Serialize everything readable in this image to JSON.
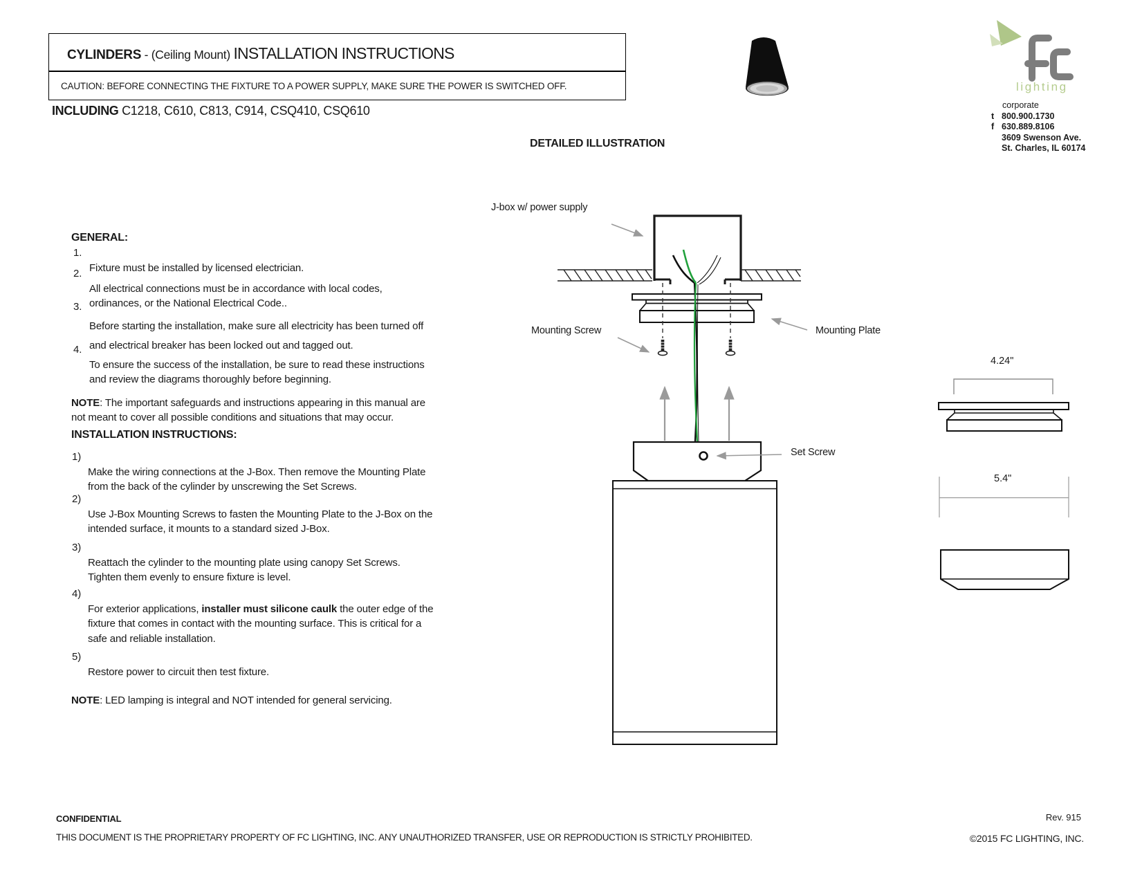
{
  "header": {
    "title_bold": "CYLINDERS",
    "title_mid": " - (Ceiling Mount) ",
    "title_main": "INSTALLATION INSTRUCTIONS",
    "caution": "CAUTION:  BEFORE CONNECTING THE FIXTURE TO A POWER SUPPLY, MAKE SURE THE POWER IS SWITCHED OFF.",
    "including_bold": "INCLUDING",
    "including_rest": " C1218, C610, C813, C914, CSQ410, CSQ610"
  },
  "logo": {
    "lighting": "lighting",
    "green": "#b5cc8e",
    "gray": "#7d7d7d"
  },
  "contact": {
    "corporate": "corporate",
    "t_label": "t",
    "t_value": "800.900.1730",
    "f_label": "f",
    "f_value": "630.889.8106",
    "address1": "3609 Swenson Ave.",
    "address2": "St. Charles, IL 60174"
  },
  "illustration": {
    "heading": "DETAILED ILLUSTRATION",
    "labels": {
      "jbox": "J-box w/ power supply",
      "mounting_screw": "Mounting Screw",
      "mounting_plate": "Mounting Plate",
      "set_screw": "Set Screw"
    },
    "dimensions": {
      "plate_width": "4.24\"",
      "canopy_width": "5.4\""
    },
    "wire_green": "#21a13c"
  },
  "general": {
    "heading": "GENERAL:",
    "items": [
      {
        "num": "1.",
        "text": "Fixture must be installed by licensed electrician."
      },
      {
        "num": "2.",
        "text": "All electrical connections must be in accordance with local codes,\nordinances, or the National Electrical Code.."
      },
      {
        "num": "3.",
        "text": "Before starting the installation, make sure all electricity has been turned off\nand electrical breaker has been locked out and tagged out."
      },
      {
        "num": "4.",
        "text": "To ensure the success of the installation, be sure to read these instructions\nand review the diagrams thoroughly before beginning."
      }
    ],
    "note_bold": "NOTE",
    "note_rest": ": The important safeguards and instructions appearing in this manual are\nnot meant to cover all possible conditions and situations that may occur."
  },
  "instructions": {
    "heading": "INSTALLATION INSTRUCTIONS:",
    "items": [
      {
        "num": "1)",
        "text": "Make the wiring connections at the J-Box.  Then remove the Mounting Plate\nfrom the back of the cylinder by unscrewing the Set Screws."
      },
      {
        "num": "2)",
        "text": "Use J-Box Mounting Screws to fasten the Mounting Plate to the J-Box on the\nintended surface, it mounts to a standard sized J-Box."
      },
      {
        "num": "3)",
        "text": "Reattach the cylinder to the mounting plate using canopy Set Screws.\nTighten them evenly to ensure fixture is level."
      },
      {
        "num": "4)",
        "pre": "For exterior applications, ",
        "bold": "installer must silicone caulk",
        "post": " the outer edge of the\nfixture that comes in contact with the mounting surface. This is critical for a\nsafe and reliable installation."
      },
      {
        "num": "5)",
        "text": "Restore power to circuit then test fixture."
      }
    ],
    "note_bold": "NOTE",
    "note_rest": ": LED lamping is integral and NOT intended for general servicing."
  },
  "footer": {
    "confidential": "CONFIDENTIAL",
    "proprietary": "THIS DOCUMENT IS THE PROPRIETARY PROPERTY OF FC LIGHTING, INC. ANY UNAUTHORIZED TRANSFER, USE OR REPRODUCTION IS STRICTLY PROHIBITED.",
    "rev": "Rev. 915",
    "copyright": "©2015 FC LIGHTING, INC."
  }
}
